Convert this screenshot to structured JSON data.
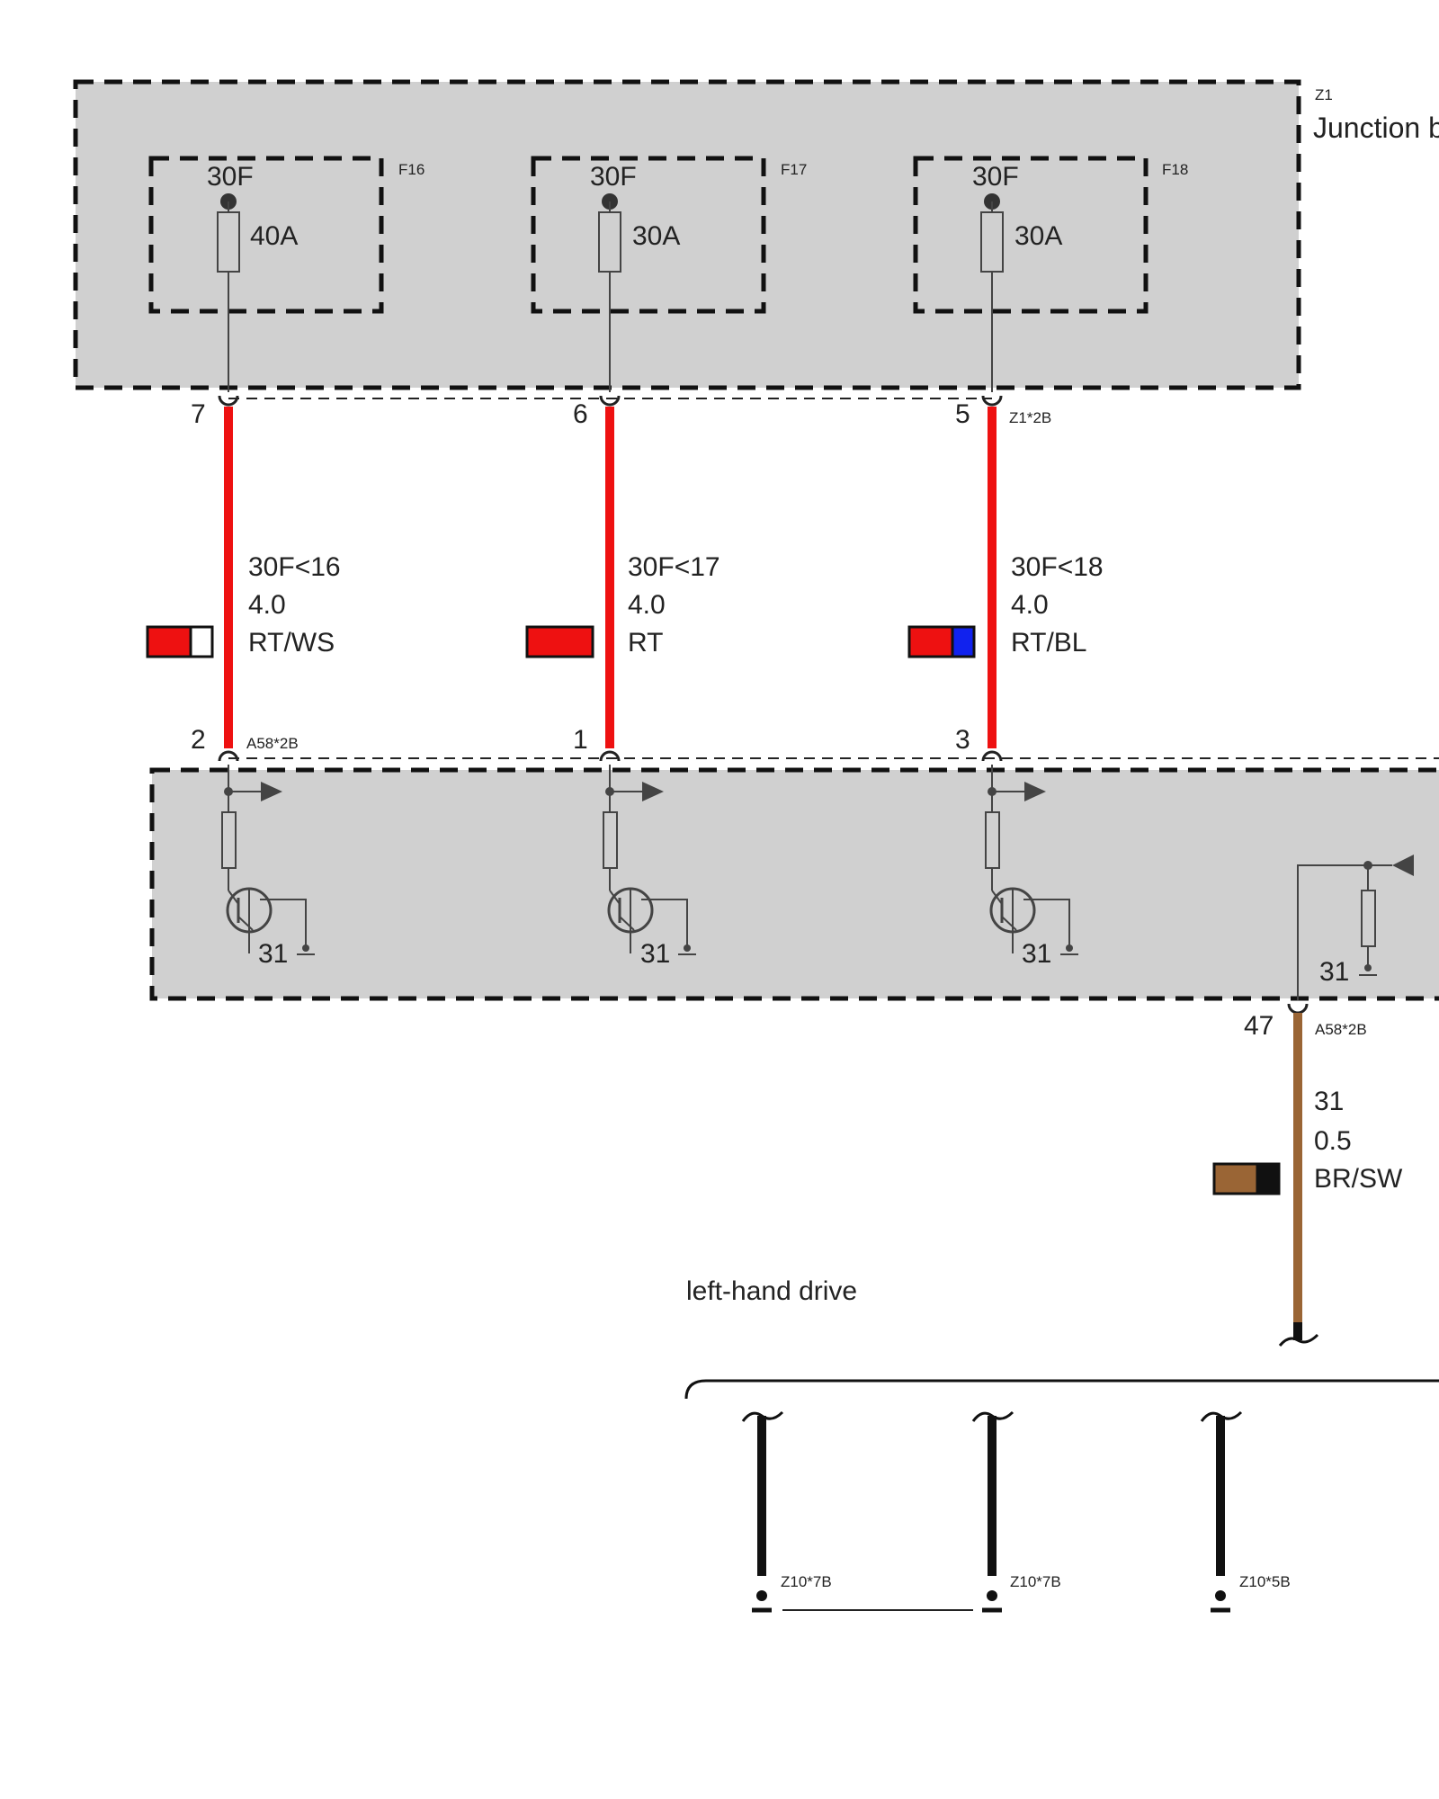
{
  "junction_box": {
    "id": "Z1",
    "label": "Junction b",
    "connector": "Z1*2B",
    "fuses": [
      {
        "id": "F16",
        "terminal": "30F",
        "rating": "40A",
        "pin": "7"
      },
      {
        "id": "F17",
        "terminal": "30F",
        "rating": "30A",
        "pin": "6"
      },
      {
        "id": "F18",
        "terminal": "30F",
        "rating": "30A",
        "pin": "5"
      }
    ]
  },
  "wires": [
    {
      "circuit": "30F<16",
      "gauge": "4.0",
      "color_code": "RT/WS",
      "colors": [
        "#ee1111",
        "#ffffff"
      ]
    },
    {
      "circuit": "30F<17",
      "gauge": "4.0",
      "color_code": "RT",
      "colors": [
        "#ee1111"
      ]
    },
    {
      "circuit": "30F<18",
      "gauge": "4.0",
      "color_code": "RT/BL",
      "colors": [
        "#ee1111",
        "#1122ee"
      ]
    }
  ],
  "module": {
    "connector": "A58*2B",
    "pins": [
      "2",
      "1",
      "3"
    ],
    "ground_labels": [
      "31",
      "31",
      "31",
      "31"
    ],
    "output_pin": "47",
    "output_connector": "A58*2B"
  },
  "ground_wire": {
    "circuit": "31",
    "gauge": "0.5",
    "color_code": "BR/SW",
    "colors": [
      "#9a6535",
      "#111111"
    ]
  },
  "variant_label": "left-hand drive",
  "ground_points": [
    "Z10*7B",
    "Z10*7B",
    "Z10*5B"
  ],
  "colors": {
    "box_fill": "#d0d0d0",
    "outline": "#111111",
    "wire_red": "#ee1111",
    "wire_brown": "#9a6535",
    "symbol": "#444444"
  }
}
